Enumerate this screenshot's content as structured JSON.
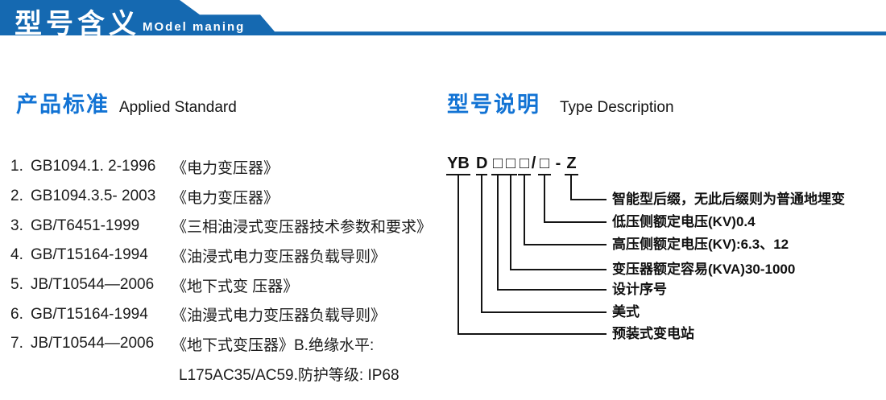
{
  "header": {
    "title": "型号含义",
    "subtitle": "MOdel maning"
  },
  "left_section": {
    "heading_zh": "产品标准",
    "heading_en": "Applied Standard",
    "standards": [
      {
        "no": "1.",
        "code": "GB1094.1. 2-1996",
        "title": "《电力变压器》"
      },
      {
        "no": "2.",
        "code": "GB1094.3.5- 2003",
        "title": "《电力变压器》"
      },
      {
        "no": "3.",
        "code": "GB/T6451-1999",
        "title": "《三相油浸式变压器技术参数和要求》"
      },
      {
        "no": "4.",
        "code": "GB/T15164-1994",
        "title": "《油浸式电力变压器负载导则》"
      },
      {
        "no": "5.",
        "code": "JB/T10544—2006",
        "title": "《地下式变 压器》"
      },
      {
        "no": "6.",
        "code": "GB/T15164-1994",
        "title": "《油漫式电力变压器负载导则》"
      },
      {
        "no": "7.",
        "code": "JB/T10544—2006",
        "title": "《地下式变压器》B.绝缘水平:"
      }
    ],
    "continuation": "L175AC35/AC59.防护等级: IP68"
  },
  "right_section": {
    "heading_zh": "型号说明",
    "heading_en": "Type Description",
    "model_code": {
      "yb": "YB",
      "d": "D",
      "box1": "□",
      "box2": "□",
      "box3": "□",
      "slash": "/",
      "box4": "□",
      "dash": "-",
      "z": "Z"
    },
    "labels": [
      "智能型后缀，无此后缀则为普通地埋变",
      "低压侧额定电压(KV)0.4",
      "高压侧额定电压(KV):6.3、12",
      "变压器额定容易(KVA)30-1000",
      "设计序号",
      "美式",
      "预装式变电站"
    ]
  },
  "colors": {
    "header_blue": "#1569b1",
    "heading_blue": "#1273d4",
    "text_dark": "#1b1b1b"
  }
}
